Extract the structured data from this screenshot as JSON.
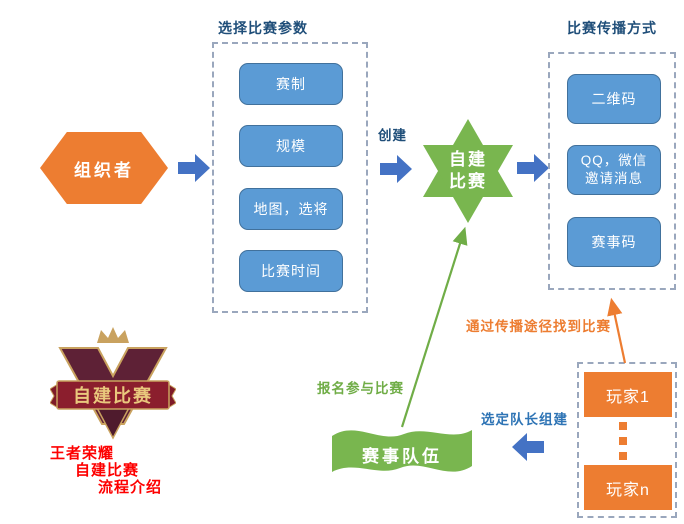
{
  "diagram": {
    "organizer": {
      "label": "组织者"
    },
    "create_label": "创建",
    "params": {
      "title": "选择比赛参数",
      "items": [
        "赛制",
        "规模",
        "地图，选将",
        "比赛时间"
      ]
    },
    "star": {
      "line1": "自建",
      "line2": "比赛"
    },
    "spread": {
      "title": "比赛传播方式",
      "items": [
        "二维码",
        "QQ，微信\n邀请消息",
        "赛事码"
      ]
    },
    "players": {
      "first": "玩家1",
      "last": "玩家n"
    },
    "flow_labels": {
      "find_match": "通过传播途径找到比赛",
      "register": "报名参与比赛",
      "select_captain": "选定队长组建"
    },
    "team": {
      "label": "赛事队伍"
    },
    "logo": {
      "ribbon": "自建比赛",
      "caption": [
        "王者荣耀",
        "自建比赛",
        "流程介绍"
      ]
    },
    "colors": {
      "orange": "#ED7D31",
      "blue_box": "#5B9BD5",
      "arrow_blue": "#4472C4",
      "green": "#79B64F",
      "green_text": "#70AD47",
      "title_navy": "#1F4E79",
      "label_blue": "#2E74B5",
      "red_caption": "#FE0000"
    }
  }
}
